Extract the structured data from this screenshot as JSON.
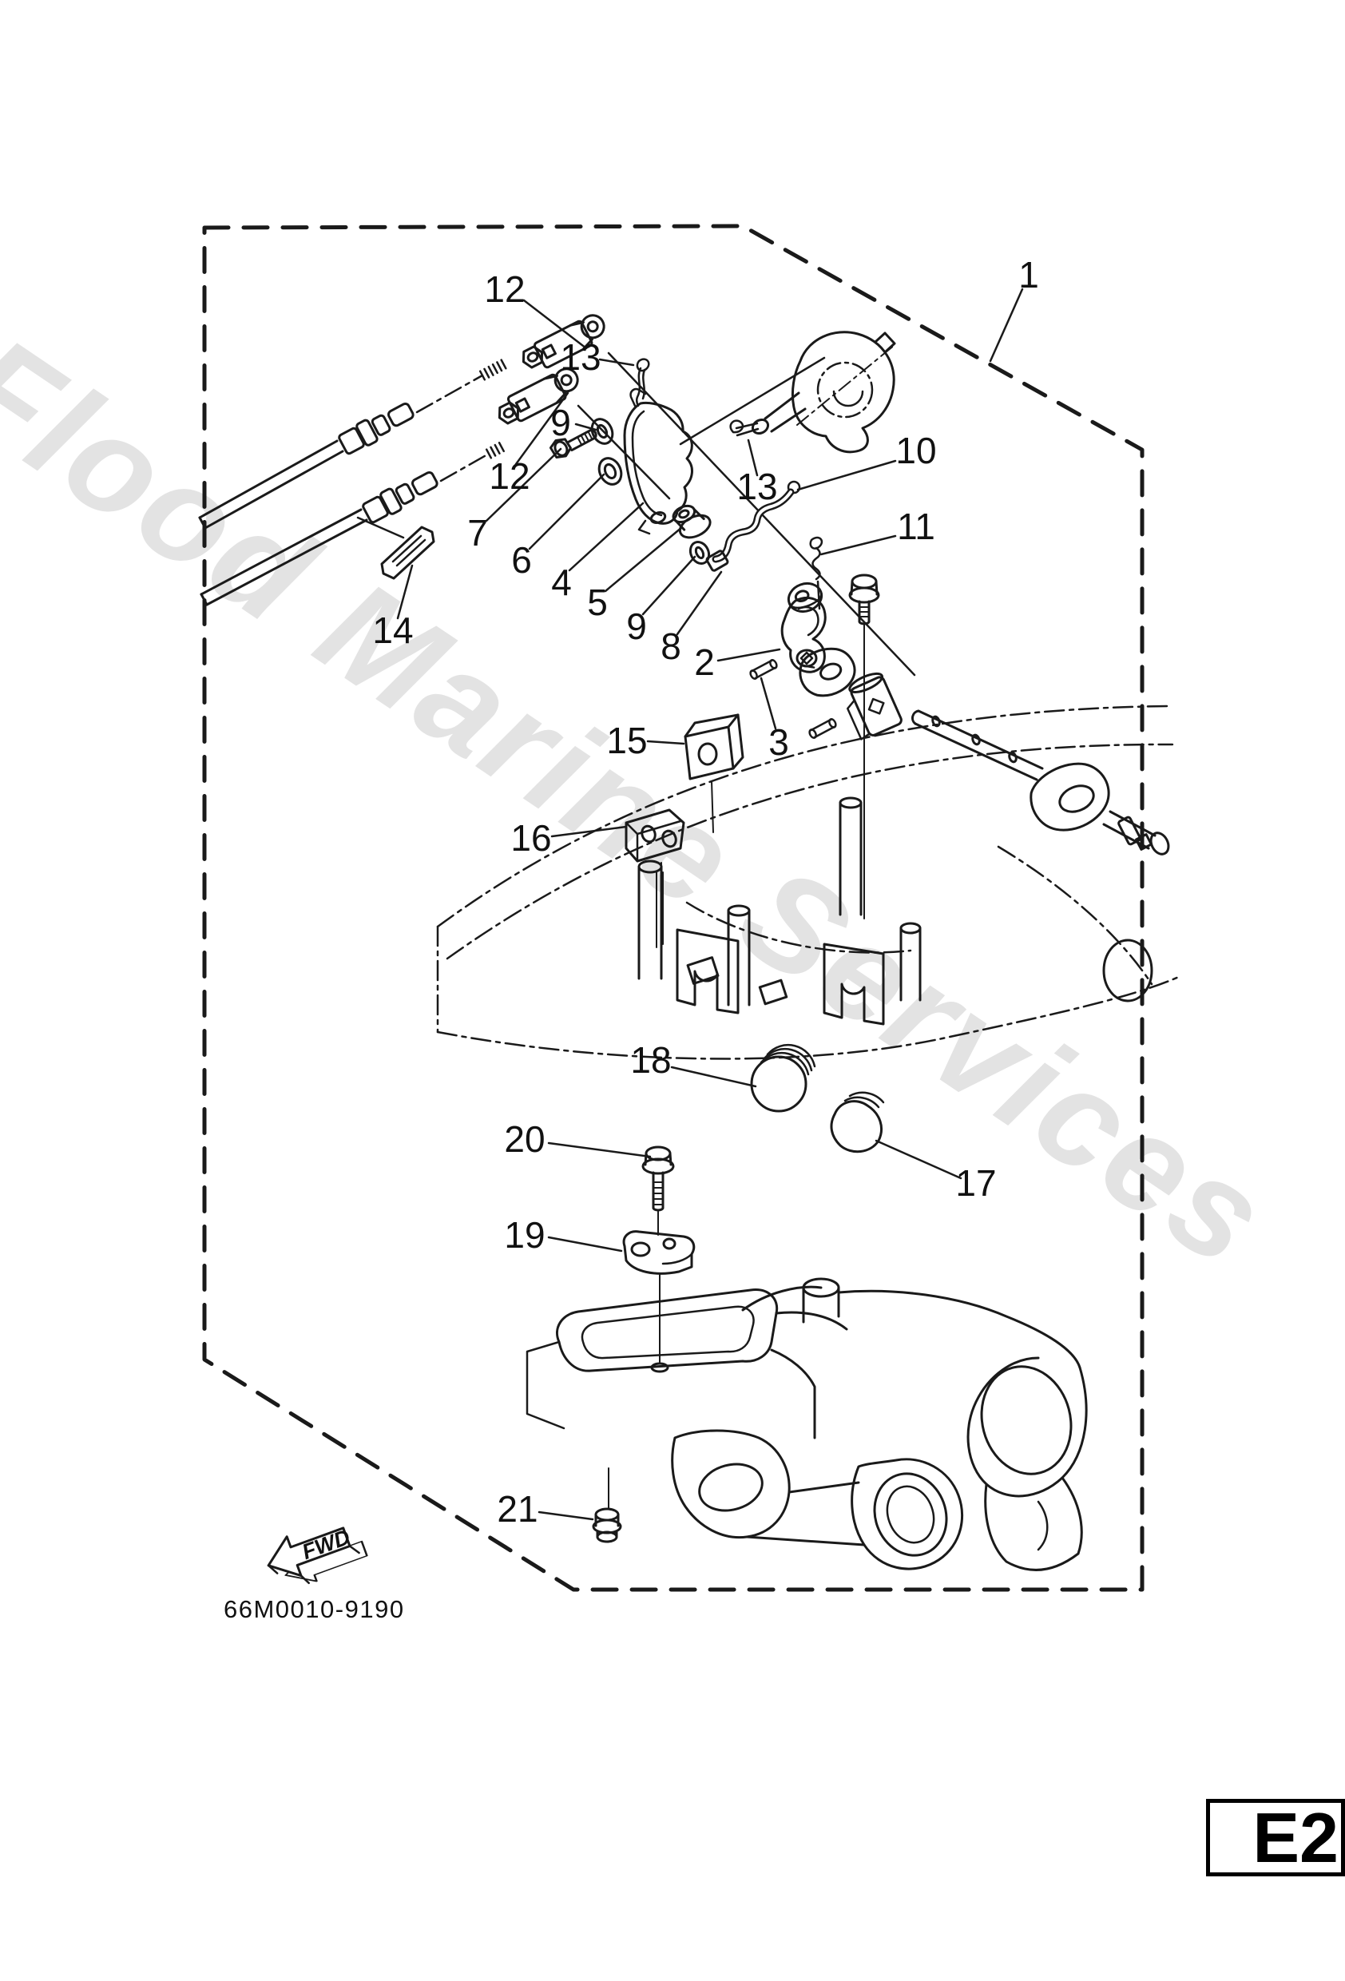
{
  "document": {
    "watermark": "Flood Marine Services",
    "drawing_number": "66M0010-9190",
    "page_code": "E2",
    "fwd_label": "FWD"
  },
  "callouts": [
    {
      "text": "1"
    },
    {
      "text": "12"
    },
    {
      "text": "13"
    },
    {
      "text": "12"
    },
    {
      "text": "9"
    },
    {
      "text": "7"
    },
    {
      "text": "6"
    },
    {
      "text": "4"
    },
    {
      "text": "5"
    },
    {
      "text": "9"
    },
    {
      "text": "8"
    },
    {
      "text": "2"
    },
    {
      "text": "13"
    },
    {
      "text": "10"
    },
    {
      "text": "11"
    },
    {
      "text": "3"
    },
    {
      "text": "14"
    },
    {
      "text": "15"
    },
    {
      "text": "16"
    },
    {
      "text": "18"
    },
    {
      "text": "17"
    },
    {
      "text": "20"
    },
    {
      "text": "19"
    },
    {
      "text": "21"
    }
  ]
}
